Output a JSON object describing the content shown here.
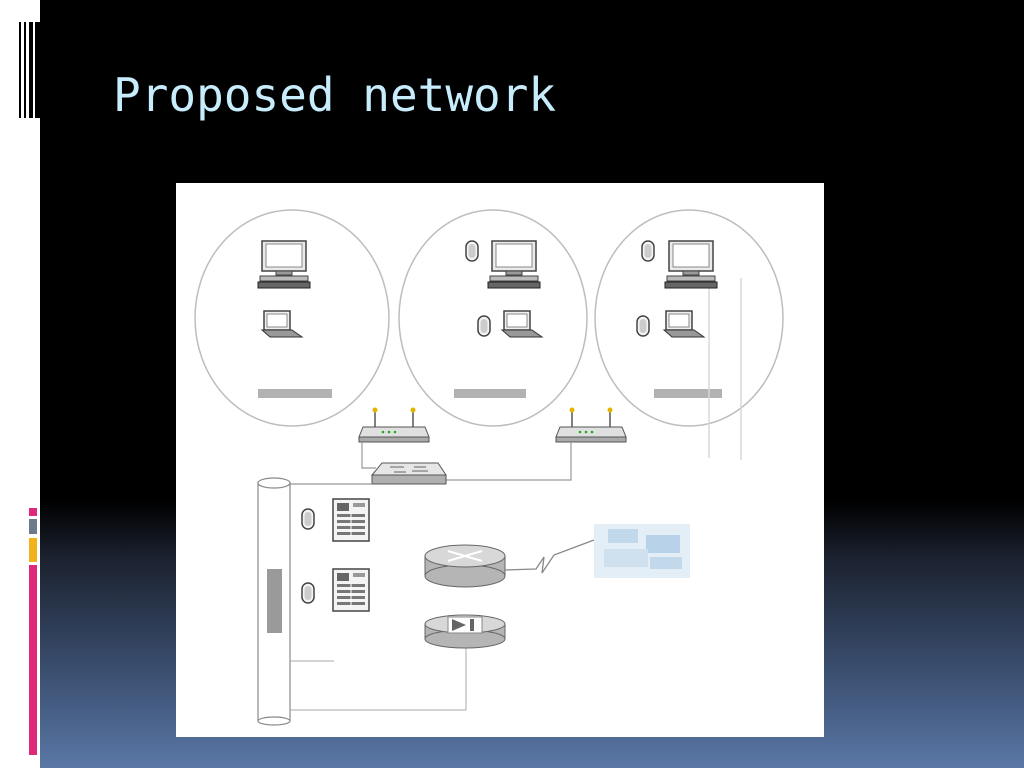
{
  "slide": {
    "title": "Proposed network"
  },
  "colors": {
    "title": "#c7ecfb",
    "accent_pink": "#e0287a",
    "accent_gray": "#6b7b8c",
    "accent_orange": "#f3b21b"
  },
  "diagram": {
    "zones": [
      {
        "devices": [
          "desktop-computer",
          "laptop"
        ]
      },
      {
        "devices": [
          "mouse",
          "desktop-computer",
          "mouse",
          "laptop"
        ]
      },
      {
        "devices": [
          "mouse",
          "desktop-computer",
          "mouse",
          "laptop"
        ]
      }
    ],
    "devices": [
      "wireless-access-point",
      "wireless-access-point",
      "network-switch",
      "backbone-cable",
      "server",
      "server",
      "router",
      "firewall",
      "internet-cloud"
    ]
  }
}
